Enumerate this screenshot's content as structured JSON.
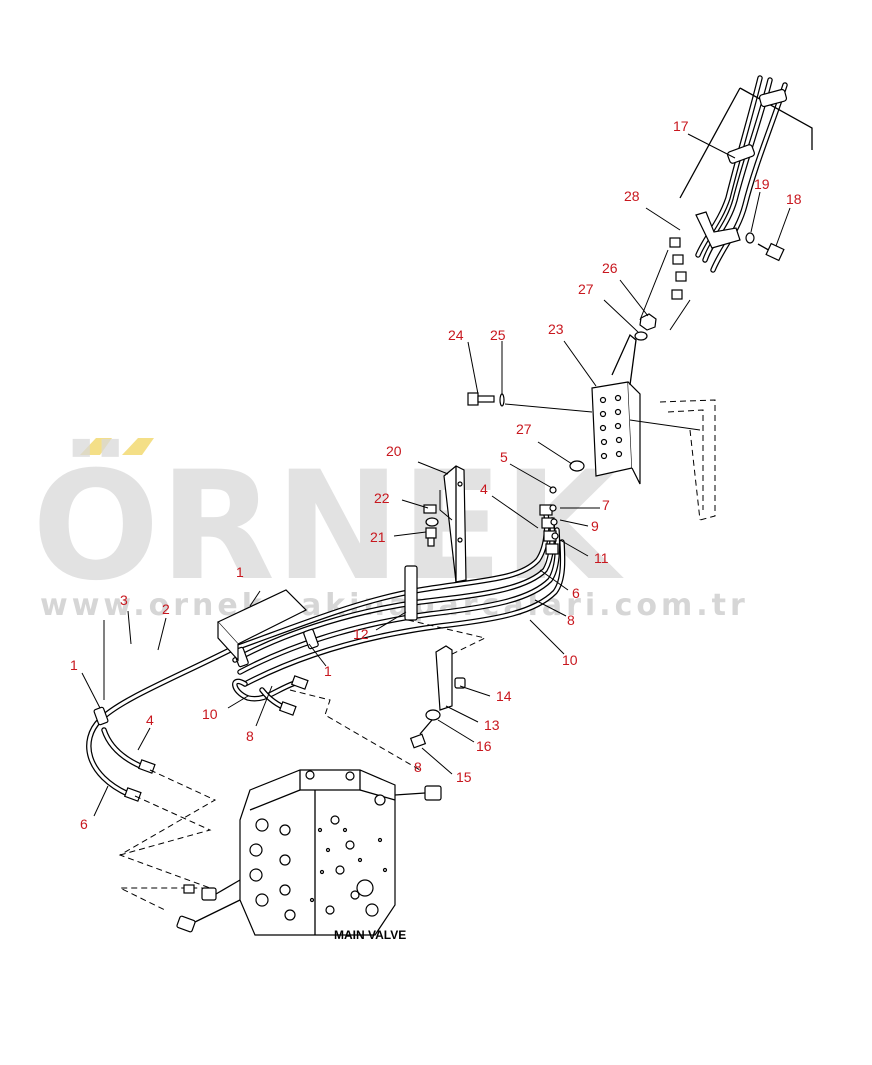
{
  "diagram": {
    "caption": "MAIN VALVE",
    "callouts": {
      "c1a": "1",
      "c1b": "1",
      "c1c": "1",
      "c2": "2",
      "c3": "3",
      "c4a": "4",
      "c4b": "4",
      "c5": "5",
      "c6a": "6",
      "c6b": "6",
      "c7": "7",
      "c8a": "8",
      "c8b": "8",
      "c8c": "8",
      "c9": "9",
      "c10a": "10",
      "c10b": "10",
      "c11": "11",
      "c12": "12",
      "c13": "13",
      "c14": "14",
      "c15": "15",
      "c16": "16",
      "c17": "17",
      "c18": "18",
      "c19": "19",
      "c20": "20",
      "c21": "21",
      "c22": "22",
      "c23": "23",
      "c24": "24",
      "c25": "25",
      "c26": "26",
      "c27a": "27",
      "c27b": "27",
      "c28": "28"
    }
  },
  "watermark": {
    "brand": "ÖRNEK",
    "url": "www.ornekmakinaparcalari.com.tr",
    "colors": {
      "brand": "#d9d9d9",
      "accent": "#f3dc7a"
    }
  },
  "colors": {
    "callout": "#c8171e",
    "line": "#000000"
  }
}
